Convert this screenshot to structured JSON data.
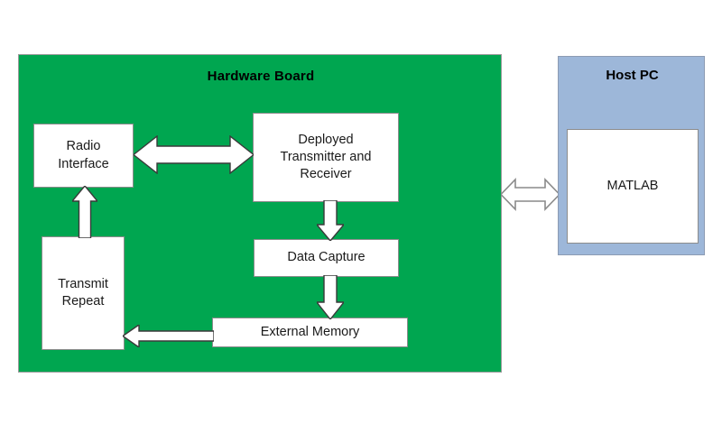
{
  "diagram": {
    "type": "block-diagram",
    "title": "Hardware Board and Host PC data capture block diagram",
    "background_color": "#FFFFFF",
    "board": {
      "label": "Hardware Board",
      "fill_color": "#00A650",
      "border_color": "#9A9A9A",
      "blocks": [
        {
          "id": "radio",
          "label": "Radio\nInterface",
          "line1": "Radio",
          "line2": "Interface"
        },
        {
          "id": "deployed",
          "label": "Deployed Transmitter and Receiver",
          "line1": "Deployed",
          "line2": "Transmitter and",
          "line3": "Receiver"
        },
        {
          "id": "capture",
          "label": "Data Capture"
        },
        {
          "id": "extmem",
          "label": "External Memory"
        },
        {
          "id": "transmit",
          "label": "Transmit\nRepeat",
          "line1": "Transmit",
          "line2": "Repeat"
        }
      ]
    },
    "host": {
      "label": "Host PC",
      "fill_color": "#9DB7D9",
      "border_color": "#8C9BB3",
      "blocks": [
        {
          "id": "matlab",
          "label": "MATLAB"
        }
      ]
    },
    "connections": [
      {
        "id": "radio-deployed",
        "from": "radio",
        "to": "deployed",
        "direction": "bidirectional",
        "orientation": "horizontal",
        "style": "filled-white"
      },
      {
        "id": "transmit-radio",
        "from": "transmit",
        "to": "radio",
        "direction": "up",
        "orientation": "vertical",
        "style": "filled-white"
      },
      {
        "id": "deployed-capture",
        "from": "deployed",
        "to": "capture",
        "direction": "down",
        "orientation": "vertical",
        "style": "filled-white"
      },
      {
        "id": "capture-extmem",
        "from": "capture",
        "to": "extmem",
        "direction": "down",
        "orientation": "vertical",
        "style": "filled-white"
      },
      {
        "id": "extmem-transmit",
        "from": "extmem",
        "to": "transmit",
        "direction": "left",
        "orientation": "horizontal",
        "style": "filled-white"
      },
      {
        "id": "board-host",
        "from": "board",
        "to": "host",
        "direction": "bidirectional",
        "orientation": "horizontal",
        "style": "hollow-outline"
      }
    ]
  }
}
